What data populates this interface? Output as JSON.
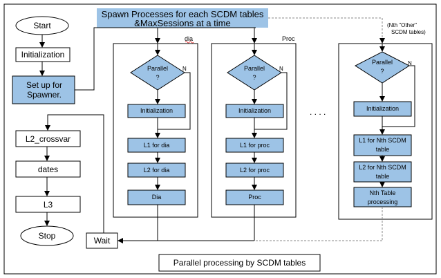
{
  "diagram": {
    "title_line1": "Spawn Processes for each SCDM tables",
    "title_line2": "&MaxSessions at a time",
    "caption": "Parallel processing by SCDM tables",
    "ellipsis": ". . . .",
    "left_flow": {
      "start": "Start",
      "initialization": "Initialization",
      "setup": "Set up for Spawner.",
      "l2_crossvar": "L2_crossvar",
      "dates": "dates",
      "l3": "L3",
      "stop": "Stop",
      "wait": "Wait"
    },
    "columns": [
      {
        "header": "dia",
        "decision_line1": "Parallel",
        "decision_line2": "?",
        "no_label": "N",
        "init": "Initialization",
        "l1": "L1 for dia",
        "l2": "L2 for dia",
        "final": "Dia"
      },
      {
        "header": "Proc",
        "decision_line1": "Parallel",
        "decision_line2": "?",
        "no_label": "N",
        "init": "Initialization",
        "l1": "L1 for proc",
        "l2": "L2 for proc",
        "final": "Proc"
      },
      {
        "header_line1": "(Nth \"Other\"",
        "header_line2": "SCDM tables)",
        "decision_line1": "Parallel",
        "decision_line2": "?",
        "no_label": "N",
        "init": "Initialization",
        "l1_line1": "L1 for Nth SCDM",
        "l1_line2": "table",
        "l2_line1": "L2 for Nth SCDM",
        "l2_line2": "table",
        "final_line1": "Nth Table",
        "final_line2": "processing"
      }
    ],
    "colors": {
      "fill_blue": "#9dc3e6",
      "stroke": "#000000",
      "spell_red": "#e02020"
    }
  }
}
